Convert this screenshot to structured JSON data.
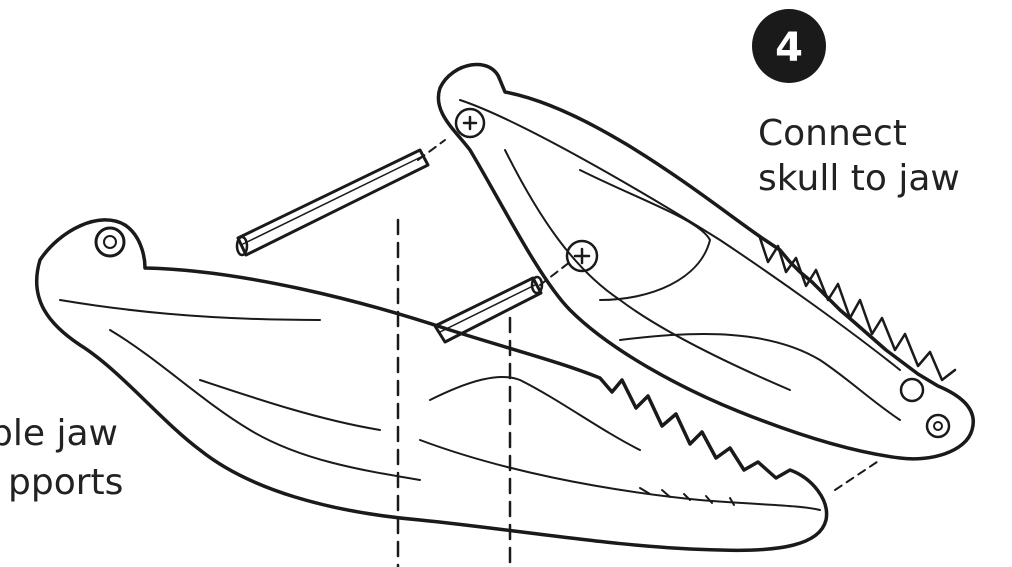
{
  "step": {
    "number": "4",
    "title_line1": "Connect",
    "title_line2": "skull to jaw",
    "badge_color": "#1a1a1a"
  },
  "side_note": {
    "line1": "ble jaw",
    "line2": "pports"
  }
}
